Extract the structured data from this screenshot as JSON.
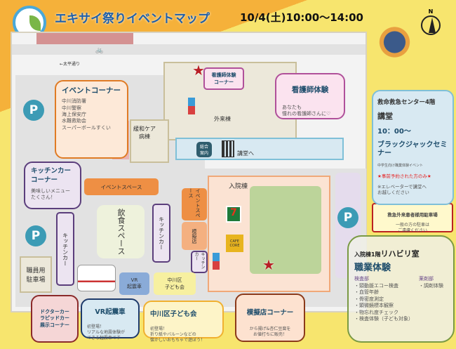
{
  "header": {
    "title": "エキサイ祭りイベントマップ",
    "datetime": "10/4(土)10:00～14:00",
    "compass": "N"
  },
  "map": {
    "road": "←太平通り",
    "outpatient": "外来棟",
    "palliative": "緩和ケア\n病棟",
    "info": "総合\n案内",
    "to_lecture": "講堂へ",
    "inpatient": "入院棟",
    "event_space": "イベントスペース",
    "event_space_v": "イベントスペース",
    "dining": "飲食スペース",
    "kitchen_car": "キッチンカー",
    "kitchen_car2": "キッチンカー",
    "kitchen_car3": "キッチンカー",
    "mock_store": "模擬店",
    "cafe": "CAFE CORE",
    "vr": "VR\n起震車",
    "kids": "中川区\n子ども会",
    "staff_parking": "職員用\n駐車場",
    "parking": "P",
    "nurse_corner": "看護師体験\nコーナー"
  },
  "callouts": {
    "event": {
      "title": "イベントコーナー",
      "items": [
        "中川消防署",
        "中川警察",
        "海上保安庁",
        "水難救助会",
        "スーパーボールすくい"
      ]
    },
    "kitchen": {
      "title": "キッチンカーコーナー",
      "body": "美味しいメニューたくさん！"
    },
    "nurse": {
      "title": "看護師体験",
      "body": "あなたも\n憧れの看護師さんに♡"
    },
    "seminar": {
      "place": "救命救急センター4階",
      "room": "講堂",
      "time": "10：00～",
      "title": "ブラックジャックセミナー",
      "sub": "中学生向け職業体験イベント",
      "reserve": "★事前予約された方のみ★",
      "note": "※エレベーターで講堂へ\nお越しください"
    },
    "er_parking": {
      "title": "救急外来患者様用駐車場",
      "body": "一般の方の駐車は\nご遠慮ください"
    },
    "rehab": {
      "place": "入院棟1階",
      "room": "リハビリ室",
      "title": "職業体験",
      "lab_title": "検査部",
      "lab_items": [
        "・頸動脈エコー検査",
        "・血管年齢",
        "・骨密度測定",
        "・顕微鏡標本観察",
        "・物忘れ度チェック",
        "・検査体験（子ども対象）"
      ],
      "pharm_title": "薬剤部",
      "pharm_items": [
        "・調剤体験"
      ]
    },
    "doctor_car": {
      "title": "ドクターカー\nラピッドカー\n展示コーナー"
    },
    "vr": {
      "title": "VR起震車",
      "body": "初登場！\nリアルな地震体験が\nできる起震車です"
    },
    "kids": {
      "title": "中川区子ども会",
      "body": "初登場！\n折り紙やバルーンなどの\n懐かしいおもちゃで遊ぼう！"
    },
    "mock": {
      "title": "模擬店コーナー",
      "body": "から揚げ&杏仁豆腐を\nお値打ちに販売！"
    }
  },
  "colors": {
    "parking": "#3c9bb5",
    "star": "#b81e25"
  }
}
